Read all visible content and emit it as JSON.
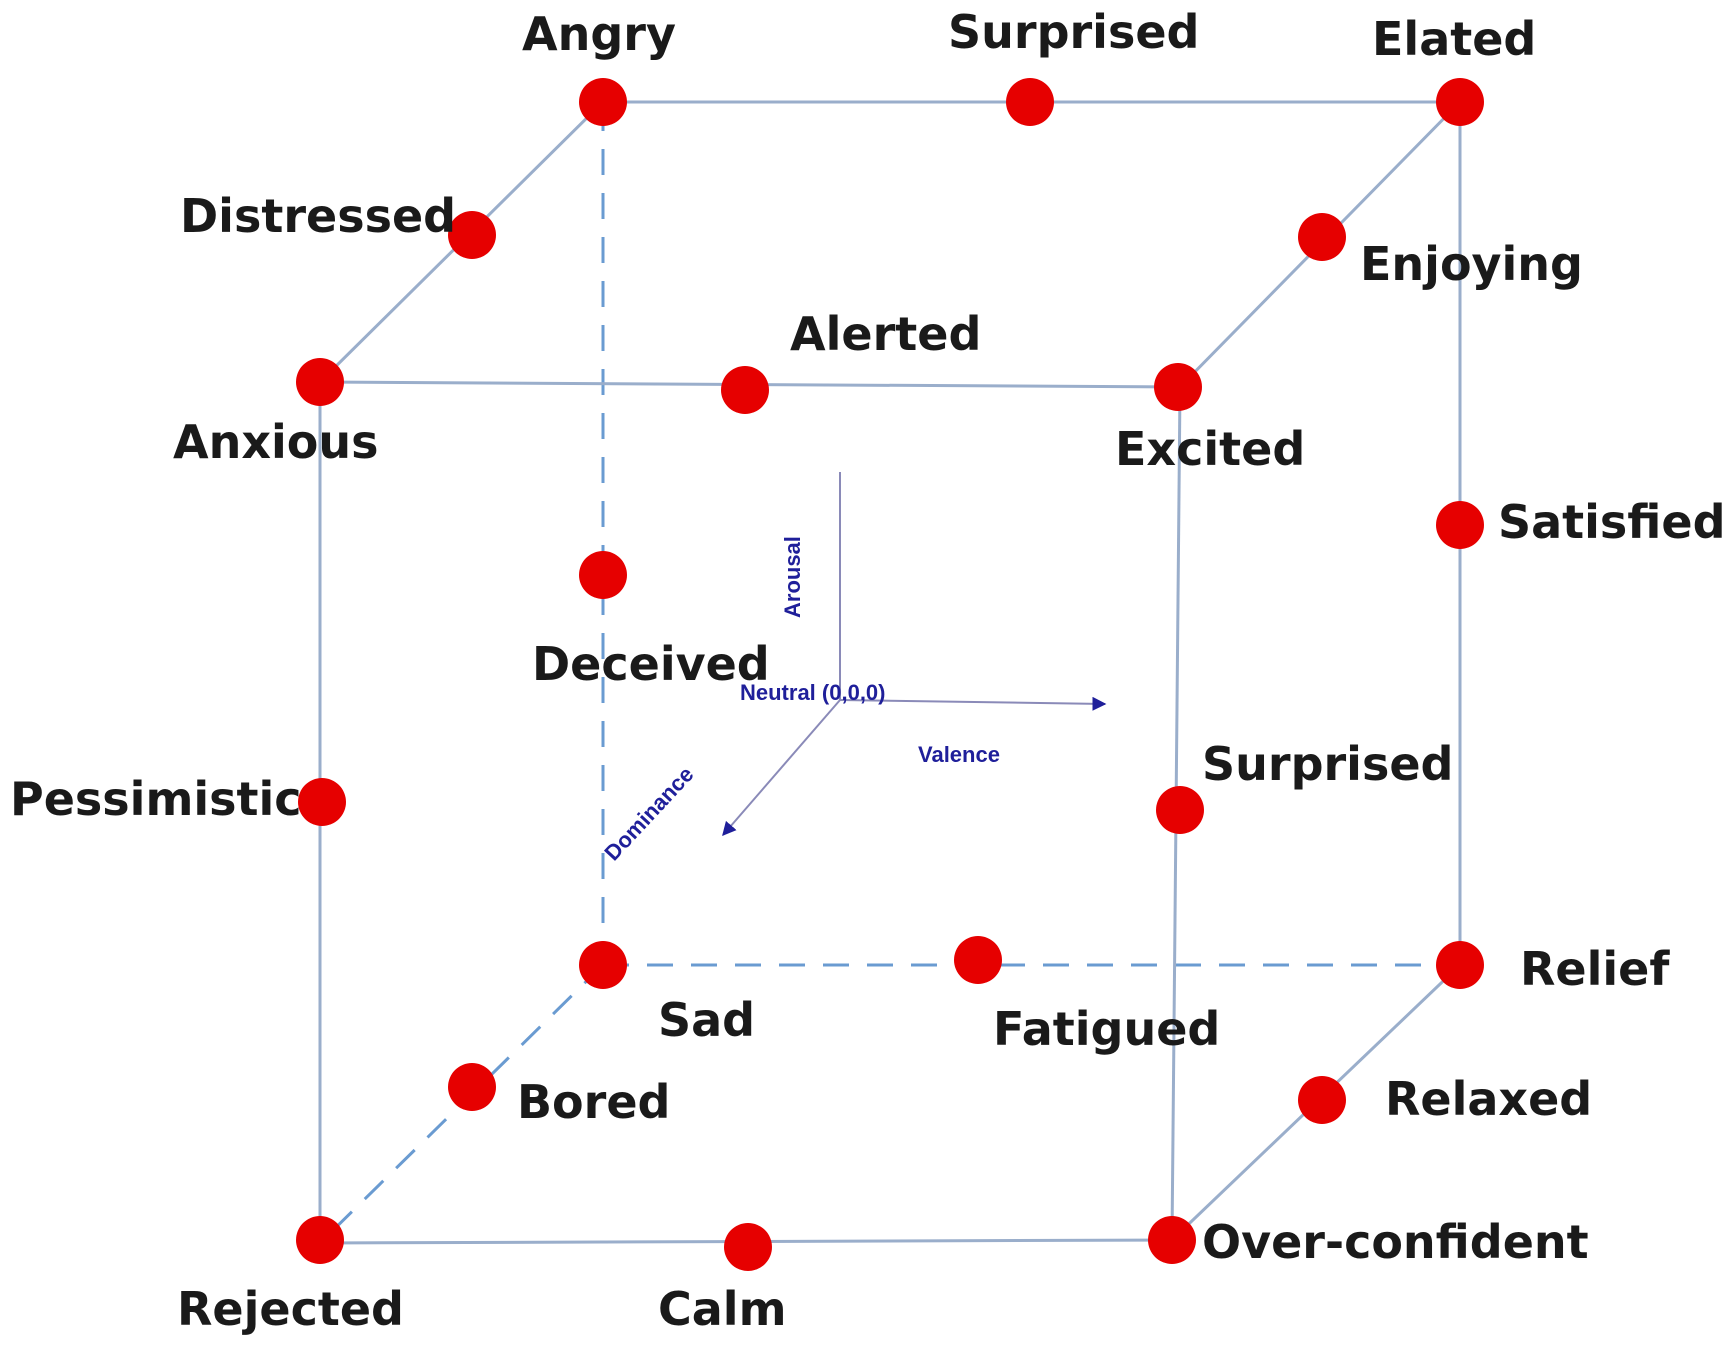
{
  "colors": {
    "node": "#e60000",
    "edge": "#9aaecb",
    "edge_hidden": "#6a9bd1",
    "axis": "#1f1f9a",
    "axis_line": "#8a8ab8",
    "label": "#1a1a1a"
  },
  "emotions": {
    "angry": "Angry",
    "surprised_top": "Surprised",
    "elated": "Elated",
    "distressed": "Distressed",
    "enjoying": "Enjoying",
    "alerted": "Alerted",
    "anxious": "Anxious",
    "excited": "Excited",
    "satisfied": "Satisfied",
    "deceived": "Deceived",
    "pessimistic": "Pessimistic",
    "surprised_front": "Surprised",
    "sad": "Sad",
    "fatigued": "Fatigued",
    "relief": "Relief",
    "bored": "Bored",
    "relaxed": "Relaxed",
    "rejected": "Rejected",
    "calm": "Calm",
    "over_confident": "Over-confident"
  },
  "axes": {
    "arousal": "Arousal",
    "valence": "Valence",
    "dominance": "Dominance",
    "origin": "Neutral (0,0,0)"
  }
}
